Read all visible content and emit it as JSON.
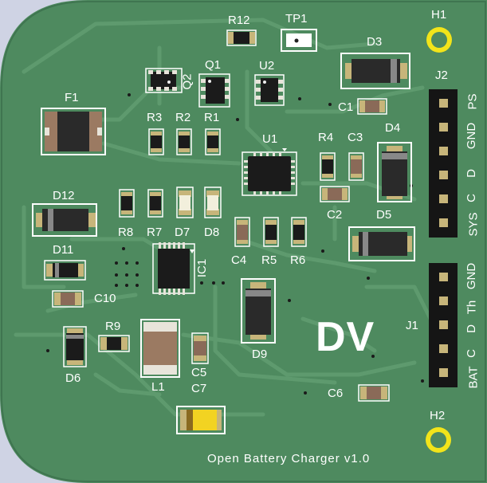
{
  "board": {
    "footer_text": "Open Battery Charger v1.0",
    "logo_text": "DV",
    "colors": {
      "soldermask": "#4e8a5f",
      "trace": "#5e9a6e",
      "silkscreen": "#ffffff",
      "copper_pad": "#c7b57a",
      "mounting_ring": "#f2e41a",
      "background": "#cfd3e4"
    }
  },
  "designators": {
    "h1": "H1",
    "h2": "H2",
    "r12": "R12",
    "tp1": "TP1",
    "d3": "D3",
    "j2": "J2",
    "f1": "F1",
    "q1": "Q1",
    "u2": "U2",
    "q2": "Q2",
    "r3": "R3",
    "r2": "R2",
    "r1": "R1",
    "c1": "C1",
    "u1": "U1",
    "r4": "R4",
    "c3": "C3",
    "d4": "D4",
    "c2": "C2",
    "d5": "D5",
    "d12": "D12",
    "r8": "R8",
    "r7": "R7",
    "d7": "D7",
    "d8": "D8",
    "c4": "C4",
    "r5": "R5",
    "r6": "R6",
    "d11": "D11",
    "ic1": "IC1",
    "c10": "C10",
    "j1": "J1",
    "r9": "R9",
    "d9": "D9",
    "d6": "D6",
    "l1": "L1",
    "c5": "C5",
    "c7": "C7",
    "c6": "C6"
  },
  "connectors": {
    "j2": {
      "pins": [
        "PS",
        "GND",
        "D",
        "C",
        "SYS"
      ]
    },
    "j1": {
      "pins": [
        "GND",
        "Th",
        "D",
        "C",
        "BAT"
      ]
    }
  }
}
